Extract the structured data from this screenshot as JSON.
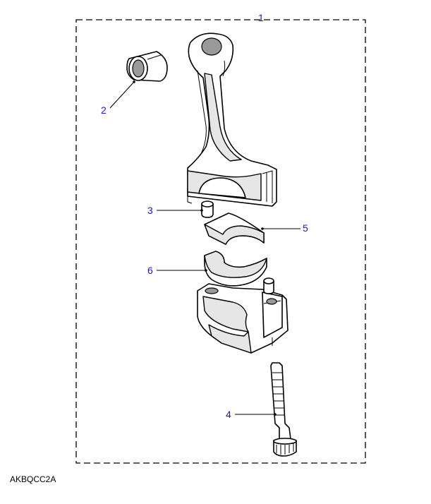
{
  "callouts": {
    "c1": "1",
    "c2": "2",
    "c3": "3",
    "c4": "4",
    "c5": "5",
    "c6": "6"
  },
  "reference_code": "AKBQCC2A"
}
